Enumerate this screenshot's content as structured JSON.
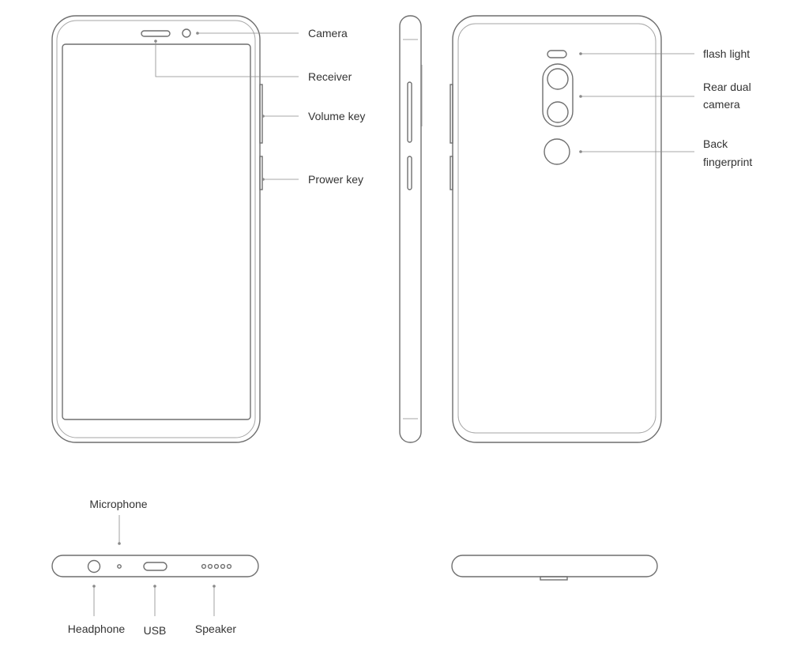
{
  "labels": {
    "camera": "Camera",
    "receiver": "Receiver",
    "volume_key": "Volume key",
    "power_key": "Prower key",
    "flash_light": "flash light",
    "rear_dual_camera": [
      "Rear dual",
      "camera"
    ],
    "back_fingerprint": [
      "Back",
      "fingerprint"
    ],
    "microphone": "Microphone",
    "headphone": "Headphone",
    "usb": "USB",
    "speaker": "Speaker"
  }
}
